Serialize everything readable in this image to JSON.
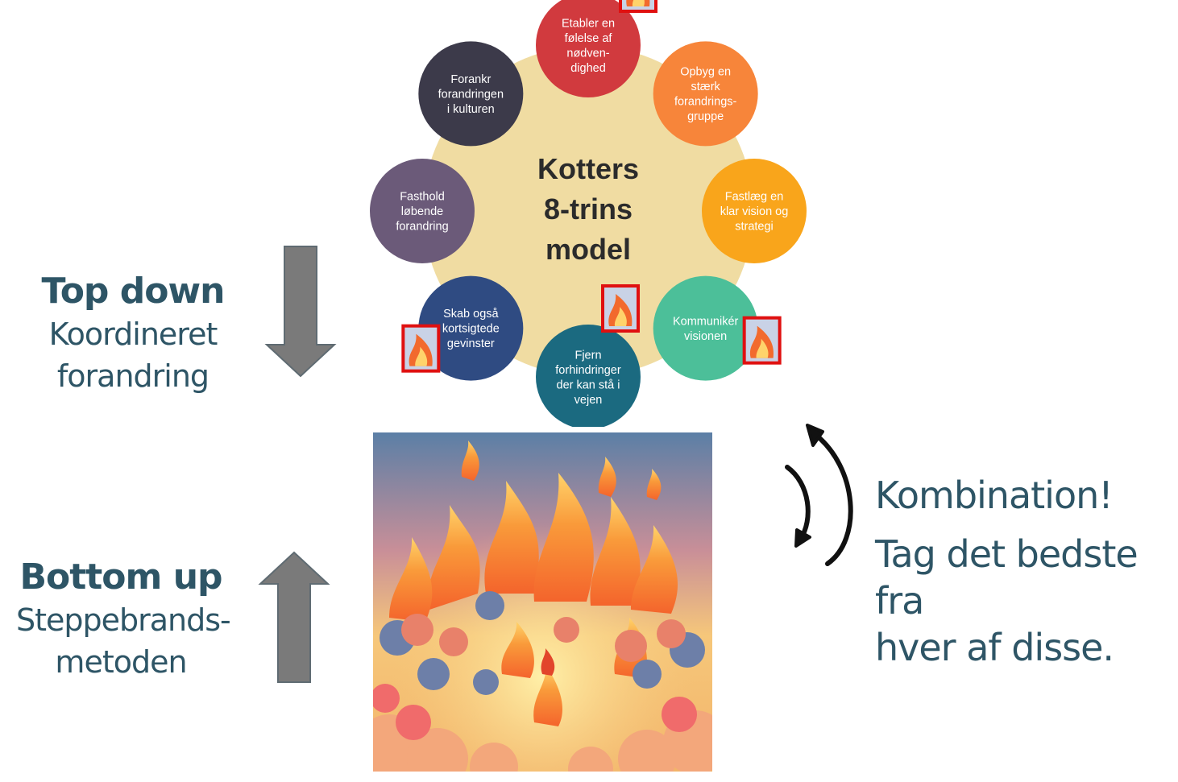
{
  "diagram": {
    "title_lines": [
      "Kotters",
      "8-trins",
      "model"
    ],
    "steps": [
      {
        "lines": [
          "Etabler en",
          "følelse af",
          "nødven-",
          "dighed"
        ],
        "color": "#d13a3e",
        "flag": true
      },
      {
        "lines": [
          "Opbyg en",
          "stærk",
          "forandrings-",
          "gruppe"
        ],
        "color": "#f7853a",
        "flag": false
      },
      {
        "lines": [
          "Fastlæg en",
          "klar vision og",
          "strategi"
        ],
        "color": "#f9a51b",
        "flag": false
      },
      {
        "lines": [
          "Kommunikér",
          "visionen"
        ],
        "color": "#4cbf99",
        "flag": true
      },
      {
        "lines": [
          "Fjern",
          "forhindringer",
          "der kan stå i",
          "vejen"
        ],
        "color": "#1b6a80",
        "flag": true
      },
      {
        "lines": [
          "Skab også",
          "kortsigtede",
          "gevinster"
        ],
        "color": "#2f4b82",
        "flag": true
      },
      {
        "lines": [
          "Fasthold",
          "løbende",
          "forandring"
        ],
        "color": "#6b5a79",
        "flag": false
      },
      {
        "lines": [
          "Forankr",
          "forandringen",
          "i kulturen"
        ],
        "color": "#3c3a4a",
        "flag": false
      }
    ],
    "hub_color": "#f0dca2",
    "flag_icon": "fire-icon"
  },
  "left": {
    "top_bold": "Top down",
    "top_line1": "Koordineret",
    "top_line2": "forandring",
    "bottom_bold": "Bottom up",
    "bottom_line1": "Steppebrands-",
    "bottom_line2": "metoden"
  },
  "right": {
    "heading": "Kombination!",
    "line1": "Tag det bedste fra",
    "line2": "hver af disse."
  },
  "arrows": {
    "down_icon": "arrow-down-icon",
    "up_icon": "arrow-up-icon",
    "cycle_icon": "cycle-arrows-icon",
    "color": "#7a7a7a"
  },
  "image": {
    "icon": "forest-fire-illustration"
  }
}
